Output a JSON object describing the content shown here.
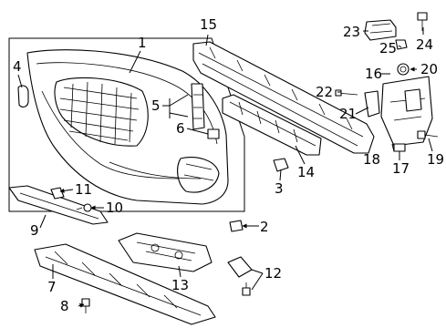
{
  "callouts": {
    "c1": "1",
    "c2": "2",
    "c3": "3",
    "c4": "4",
    "c5": "5",
    "c6": "6",
    "c7": "7",
    "c8": "8",
    "c9": "9",
    "c10": "10",
    "c11": "11",
    "c12": "12",
    "c13": "13",
    "c14": "14",
    "c15": "15",
    "c16": "16",
    "c17": "17",
    "c18": "18",
    "c19": "19",
    "c20": "20",
    "c21": "21",
    "c22": "22",
    "c23": "23",
    "c24": "24",
    "c25": "25"
  },
  "colors": {
    "line": "#000000",
    "background": "#ffffff",
    "shade": "#bdbdbd"
  }
}
